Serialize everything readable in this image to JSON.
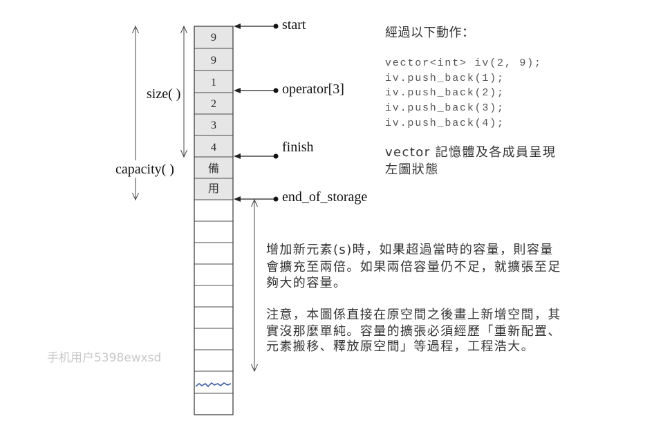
{
  "column": {
    "cells": [
      "9",
      "9",
      "1",
      "2",
      "3",
      "4",
      "備",
      "用"
    ]
  },
  "pointers": {
    "start": "start",
    "operator": "operator[3]",
    "finish": "finish",
    "end_of_storage": "end_of_storage"
  },
  "dimensions": {
    "size": "size( )",
    "capacity": "capacity( )"
  },
  "explanation": {
    "heading": "經過以下動作：",
    "code": [
      "vector<int> iv(2, 9);",
      "iv.push_back(1);",
      "iv.push_back(2);",
      "iv.push_back(3);",
      "iv.push_back(4);"
    ],
    "caption": [
      "vector 記憶體及各成員呈現",
      "左圖狀態"
    ]
  },
  "notes": {
    "growth": [
      "增加新元素(s)時，如果超過當時的容量，則容量",
      "會擴充至兩倍。如果兩倍容量仍不足，就擴張至足",
      "夠大的容量。"
    ],
    "caveat": [
      "注意，本圖係直接在原空間之後畫上新增空間，其",
      "實沒那麼單純。容量的擴張必須經歷「重新配置、",
      "元素搬移、釋放原空間」等過程，工程浩大。"
    ]
  },
  "watermark": "手机用户5398ewxsd",
  "colors": {
    "cell_fill": "#e6e6e6",
    "break_line": "#3a5ba0"
  }
}
